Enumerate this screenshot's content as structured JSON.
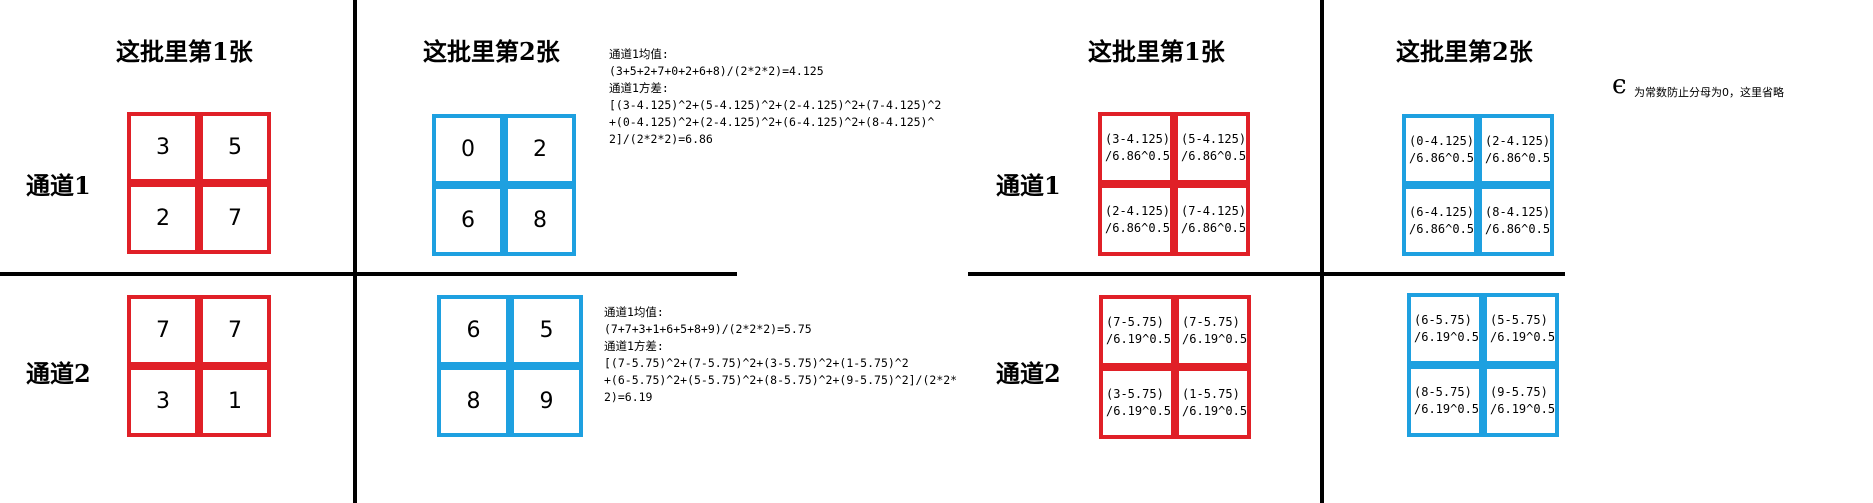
{
  "left": {
    "headers": [
      "这批里第1张",
      "这批里第2张"
    ],
    "rows": [
      "通道1",
      "通道2"
    ],
    "ch1": {
      "img1": [
        "3",
        "5",
        "2",
        "7"
      ],
      "img2": [
        "0",
        "2",
        "6",
        "8"
      ],
      "note": "通道1均值:\n(3+5+2+7+0+2+6+8)/(2*2*2)=4.125\n通道1方差:\n[(3-4.125)^2+(5-4.125)^2+(2-4.125)^2+(7-4.125)^2\n+(0-4.125)^2+(2-4.125)^2+(6-4.125)^2+(8-4.125)^\n2]/(2*2*2)=6.86"
    },
    "ch2": {
      "img1": [
        "7",
        "7",
        "3",
        "1"
      ],
      "img2": [
        "6",
        "5",
        "8",
        "9"
      ],
      "note": "通道1均值:\n(7+7+3+1+6+5+8+9)/(2*2*2)=5.75\n通道1方差:\n[(7-5.75)^2+(7-5.75)^2+(3-5.75)^2+(1-5.75)^2\n+(6-5.75)^2+(5-5.75)^2+(8-5.75)^2+(9-5.75)^2]/(2*2*\n2)=6.19"
    }
  },
  "right": {
    "headers": [
      "这批里第1张",
      "这批里第2张"
    ],
    "rows": [
      "通道1",
      "通道2"
    ],
    "ch1": {
      "img1": [
        "(3-4.125)\n/6.86^0.5",
        "(5-4.125)\n/6.86^0.5",
        "(2-4.125)\n/6.86^0.5",
        "(7-4.125)\n/6.86^0.5"
      ],
      "img2": [
        "(0-4.125)\n/6.86^0.5",
        "(2-4.125)\n/6.86^0.5",
        "(6-4.125)\n/6.86^0.5",
        "(8-4.125)\n/6.86^0.5"
      ]
    },
    "ch2": {
      "img1": [
        "(7-5.75)\n/6.19^0.5",
        "(7-5.75)\n/6.19^0.5",
        "(3-5.75)\n/6.19^0.5",
        "(1-5.75)\n/6.19^0.5"
      ],
      "img2": [
        "(6-5.75)\n/6.19^0.5",
        "(5-5.75)\n/6.19^0.5",
        "(8-5.75)\n/6.19^0.5",
        "(9-5.75)\n/6.19^0.5"
      ]
    }
  },
  "epsilon_symbol": "ϵ",
  "epsilon_note": "为常数防止分母为0，这里省略",
  "colors": {
    "image1": "#e02027",
    "image2": "#1ea0e0"
  }
}
